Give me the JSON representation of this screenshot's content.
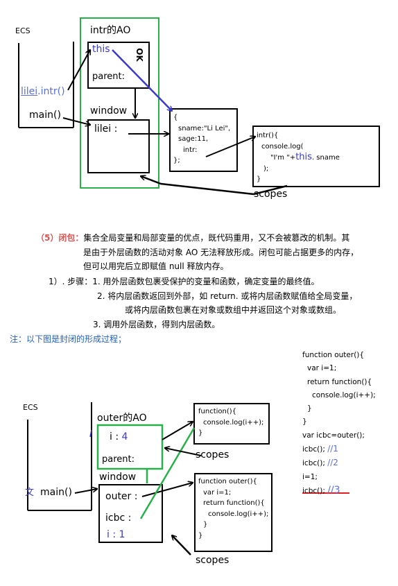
{
  "top_diagram": {
    "ecs_label": "ECS",
    "ao_title": "intr的AO",
    "this_label": "this",
    "ok_mark": "OK",
    "parent_label": "parent:",
    "window_label": "window",
    "lilei_label": "lilei :",
    "stack_call_obj": "lilei",
    "stack_call_fn": ".intr()",
    "stack_main": "main()",
    "object_lines": [
      "{",
      "sname:\"Li Lei\",",
      "sage:11,",
      "intr:",
      "};"
    ],
    "func_lines": [
      "intr(){",
      "console.log(",
      "\"I'm \"+",
      "this",
      ". sname",
      ");",
      "}"
    ],
    "scopes_label": "scopes",
    "colors": {
      "green": "#28b04a",
      "blue": "#3a3acc"
    }
  },
  "explanation": {
    "heading": "（5）闭包：",
    "para1": "集合全局变量和局部变量的优点，既代码重用，又不会被篡改的机制。其",
    "para2": "是由于外层函数的活动对象 AO 无法释放形成。闭包可能占据更多的内存，",
    "para3": "但可以用完后立即赋值 null 释放内存。",
    "step1": "1）. 步骤：1. 用外层函数包裹受保护的变量和函数，确定变量的最终值。",
    "step2a": "2. 将内层函数返回到外部，如 return. 或将内层函数赋值给全局变量，",
    "step2b": "或将内层函数包裹在对象或数组中并返回这个对象或数组。",
    "step3": "3. 调用外层函数，得到内层函数。",
    "note": "注：以下图是封闭的形成过程；"
  },
  "bottom_diagram": {
    "ecs_label": "ECS",
    "ao_title": "outer的AO",
    "i_label": "i : ",
    "i_value": "4",
    "parent_label": "parent:",
    "window_label": "window",
    "outer_label": "outer :",
    "icbc_label": "icbc :",
    "i1_label": "i : 1",
    "main_label": "main()",
    "scribble": "文",
    "func_box_lines": [
      "function(){",
      "console.log(i++);",
      "}"
    ],
    "outer_box_lines": [
      "function outer(){",
      "var i=1;",
      "return function(){",
      "console.log(i++);",
      "}",
      "}"
    ],
    "scopes_label": "scopes"
  },
  "code_listing": {
    "lines": [
      "function outer(){",
      "var i=1;",
      "return function(){",
      "console.log(i++);",
      "}",
      "}",
      "var icbc=outer();"
    ],
    "call1": "icbc();",
    "comment1": "//1",
    "call2": "icbc();",
    "comment2": "//2",
    "reassign": "i=1;",
    "call3": "icbc();",
    "comment3": "//3",
    "underline_color": "#e02020"
  }
}
